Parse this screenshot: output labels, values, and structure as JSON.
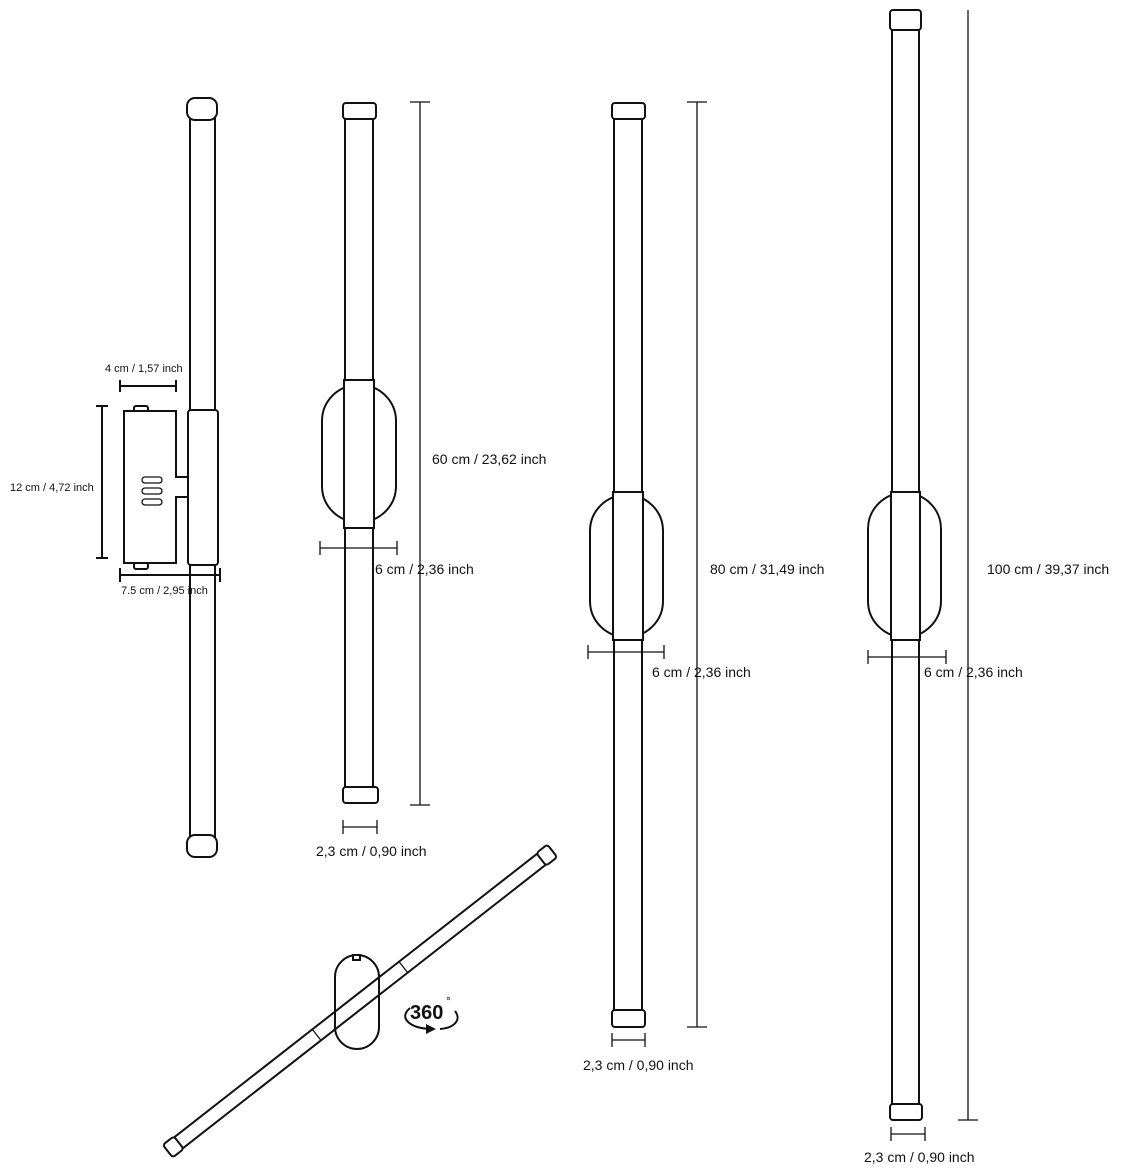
{
  "side_view": {
    "depth_label": "4 cm / 1,57 inch",
    "height_label": "12 cm / 4,72 inch",
    "projection_label": "7.5 cm /  2,95 inch"
  },
  "lamp_60": {
    "length_label": "60 cm / 23,62 inch",
    "mount_width_label": "6 cm / 2,36 inch",
    "tube_diameter_label": "2,3 cm / 0,90 inch"
  },
  "lamp_80": {
    "length_label": "80 cm / 31,49 inch",
    "mount_width_label": "6 cm / 2,36 inch",
    "tube_diameter_label": "2,3 cm / 0,90 inch"
  },
  "lamp_100": {
    "length_label": "100 cm / 39,37 inch",
    "mount_width_label": "6 cm / 2,36 inch",
    "tube_diameter_label": "2,3 cm / 0,90 inch"
  },
  "rotation": {
    "label": "360",
    "degree_symbol": "°"
  }
}
